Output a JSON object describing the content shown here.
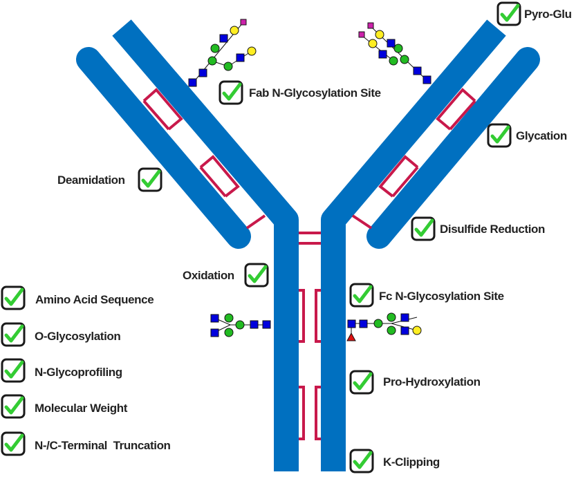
{
  "colors": {
    "heavy_chain": "#0070c0",
    "disulfide": "#c8194b",
    "check": "#33cc33",
    "box_border": "#1a1a1a",
    "glcnac": "#0000dd",
    "mannose": "#22bb22",
    "galactose": "#ffee22",
    "sialic_acid": "#cc22aa",
    "fucose": "#dd1111"
  },
  "icons": {
    "check": "checkmark-icon",
    "glycan_square": "glcnac-square-icon",
    "glycan_circle": "hexose-circle-icon",
    "glycan_diamond": "sialic-acid-diamond-icon",
    "glycan_triangle": "fucose-triangle-icon"
  },
  "labels": {
    "pyro_glu": "Pyro-Glu",
    "fab_glyco": "Fab N-Glycosylation Site",
    "glycation": "Glycation",
    "deamidation": "Deamidation",
    "disulfide_reduction": "Disulfide Reduction",
    "oxidation": "Oxidation",
    "fc_glyco": "Fc N-Glycosylation Site",
    "pro_hydroxylation": "Pro-Hydroxylation",
    "k_clipping": "K-Clipping",
    "amino_acid_sequence": "Amino Acid Sequence",
    "o_glycosylation": "O-Glycosylation",
    "n_glycoprofiling": "N-Glycoprofiling",
    "molecular_weight": "Molecular Weight",
    "terminal_truncation": "N-/C-Terminal  Truncation"
  }
}
